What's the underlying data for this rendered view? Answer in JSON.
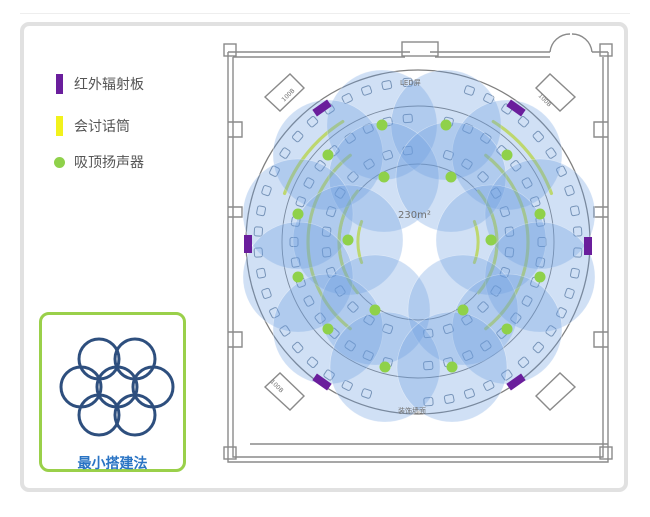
{
  "legend": [
    {
      "label": "红外辐射板",
      "icon": "purple-bar-icon",
      "color": "#6a1e9c"
    },
    {
      "label": "会讨话筒",
      "icon": "yellow-bar-icon",
      "color": "#f2f21c"
    },
    {
      "label": "吸顶扬声器",
      "icon": "green-dot-icon",
      "color": "#8fd14a"
    }
  ],
  "method": {
    "label": "最小搭建法"
  },
  "floor_plan": {
    "area_label": "230m²",
    "top_label": "LED屏",
    "bottom_label": "装饰墙面",
    "corner_label": "100B",
    "colors": {
      "coverage": "#6d9ee0",
      "wall": "#8a8a8a",
      "seat": "#7c8fa6",
      "mic": "#e4f23a",
      "speaker": "#8fd14a",
      "radiator": "#6a1e9c"
    }
  }
}
